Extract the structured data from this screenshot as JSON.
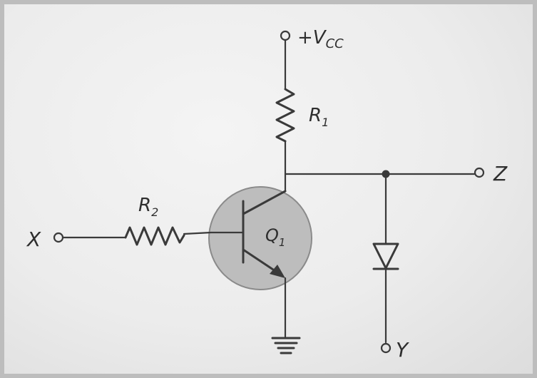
{
  "labels": {
    "supply": "+V",
    "supply_sub": "CC",
    "r1": "R",
    "r1_sub": "1",
    "r2": "R",
    "r2_sub": "2",
    "q1": "Q",
    "q1_sub": "1",
    "x": "X",
    "y": "Y",
    "z": "Z"
  }
}
